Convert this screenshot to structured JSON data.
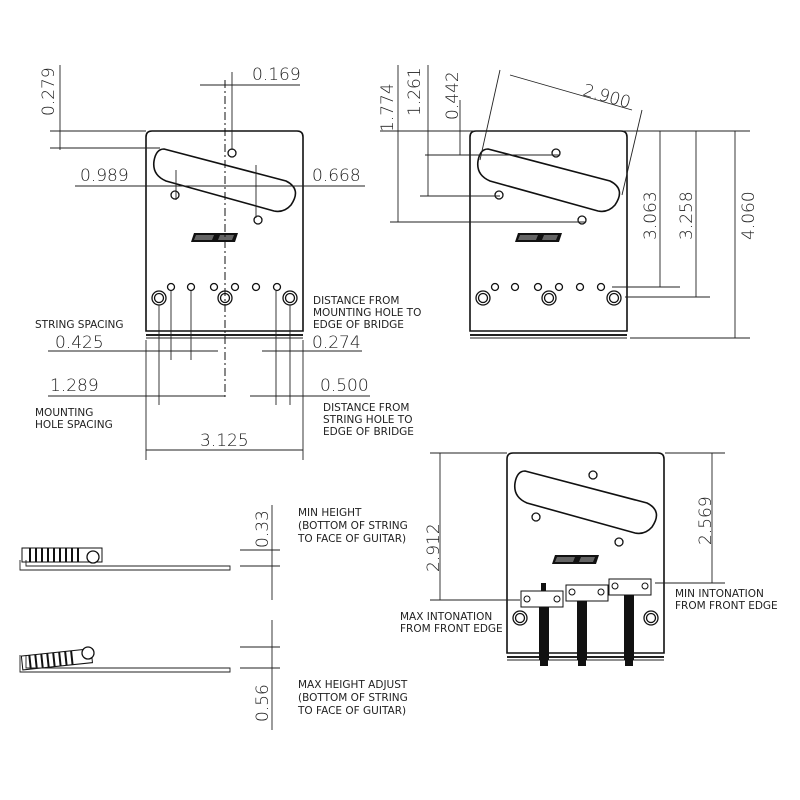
{
  "top_left_view": {
    "dims": {
      "d0279": "0.279",
      "d0169": "0.169",
      "d0989": "0.989",
      "d0668": "0.668",
      "d0425": "0.425",
      "d0274": "0.274",
      "d1289": "1.289",
      "d0500": "0.500",
      "d3125": "3.125"
    },
    "notes": {
      "string_spacing": "STRING SPACING",
      "mount_edge": [
        "DISTANCE FROM",
        "MOUNTING HOLE TO",
        "EDGE OF BRIDGE"
      ],
      "mount_spacing": [
        "MOUNTING",
        "HOLE SPACING"
      ],
      "string_edge": [
        "DISTANCE FROM",
        "STRING HOLE TO",
        "EDGE OF BRIDGE"
      ]
    }
  },
  "top_right_view": {
    "dims": {
      "d1774": "1.774",
      "d1261": "1.261",
      "d0442": "0.442",
      "d2900": "2.900",
      "d3063": "3.063",
      "d3258": "3.258",
      "d4060": "4.060"
    }
  },
  "side_views": {
    "min": {
      "dim": "0.33",
      "note": [
        "MIN HEIGHT",
        "(BOTTOM OF STRING",
        "TO FACE OF GUITAR)"
      ]
    },
    "max": {
      "dim": "0.56",
      "note": [
        "MAX HEIGHT ADJUST",
        "(BOTTOM OF STRING",
        "TO FACE OF GUITAR)"
      ]
    }
  },
  "bottom_right_view": {
    "dims": {
      "d2912": "2.912",
      "d2569": "2.569"
    },
    "max_note": [
      "MAX INTONATION",
      "FROM FRONT EDGE"
    ],
    "min_note": [
      "MIN INTONATION",
      "FROM FRONT EDGE"
    ]
  }
}
